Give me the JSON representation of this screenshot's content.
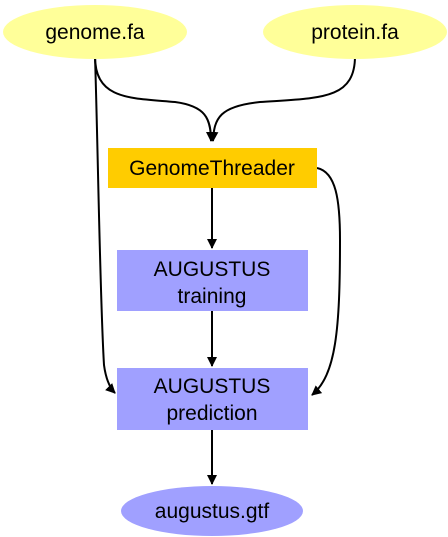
{
  "nodes": {
    "genome": {
      "label": "genome.fa",
      "shape": "ellipse",
      "color": "#ffff99"
    },
    "protein": {
      "label": "protein.fa",
      "shape": "ellipse",
      "color": "#ffff99"
    },
    "genomethreader": {
      "label": "GenomeThreader",
      "shape": "box",
      "color": "#ffcc00"
    },
    "training": {
      "label_line1": "AUGUSTUS",
      "label_line2": "training",
      "shape": "box",
      "color": "#a0a0ff"
    },
    "prediction": {
      "label_line1": "AUGUSTUS",
      "label_line2": "prediction",
      "shape": "box",
      "color": "#a0a0ff"
    },
    "output": {
      "label": "augustus.gtf",
      "shape": "ellipse",
      "color": "#a0a0ff"
    }
  },
  "edges": [
    {
      "from": "genome.fa",
      "to": "GenomeThreader"
    },
    {
      "from": "protein.fa",
      "to": "GenomeThreader"
    },
    {
      "from": "genome.fa",
      "to": "AUGUSTUS prediction"
    },
    {
      "from": "GenomeThreader",
      "to": "AUGUSTUS training"
    },
    {
      "from": "GenomeThreader",
      "to": "AUGUSTUS prediction"
    },
    {
      "from": "AUGUSTUS training",
      "to": "AUGUSTUS prediction"
    },
    {
      "from": "AUGUSTUS prediction",
      "to": "augustus.gtf"
    }
  ]
}
